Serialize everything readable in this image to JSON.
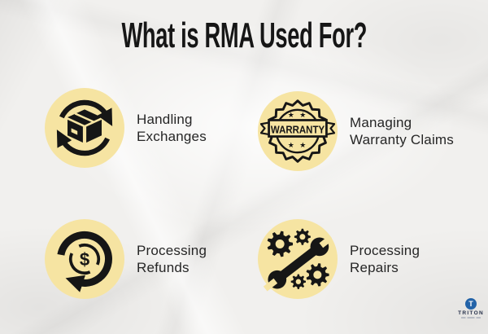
{
  "title": "What is RMA Used For?",
  "items": [
    {
      "icon": "box-exchange-icon",
      "label_lines": [
        "Handling",
        "Exchanges"
      ]
    },
    {
      "icon": "warranty-seal-icon",
      "label_lines": [
        "Managing",
        "Warranty Claims"
      ],
      "badge_text": "WARRANTY",
      "badge_stars": "★ ★"
    },
    {
      "icon": "money-refund-icon",
      "label_lines": [
        "Processing",
        "Refunds"
      ],
      "currency_symbol": "$"
    },
    {
      "icon": "gears-wrench-icon",
      "label_lines": [
        "Processing",
        "Repairs"
      ]
    }
  ],
  "logo": {
    "initial": "T",
    "name": "TRITON"
  },
  "colors": {
    "circle_bg": "#F6E4A2",
    "ink": "#161616",
    "label_text": "#262626",
    "paper": "#F1F0EE",
    "logo_blue": "#2363A8",
    "logo_text": "#26304A"
  }
}
